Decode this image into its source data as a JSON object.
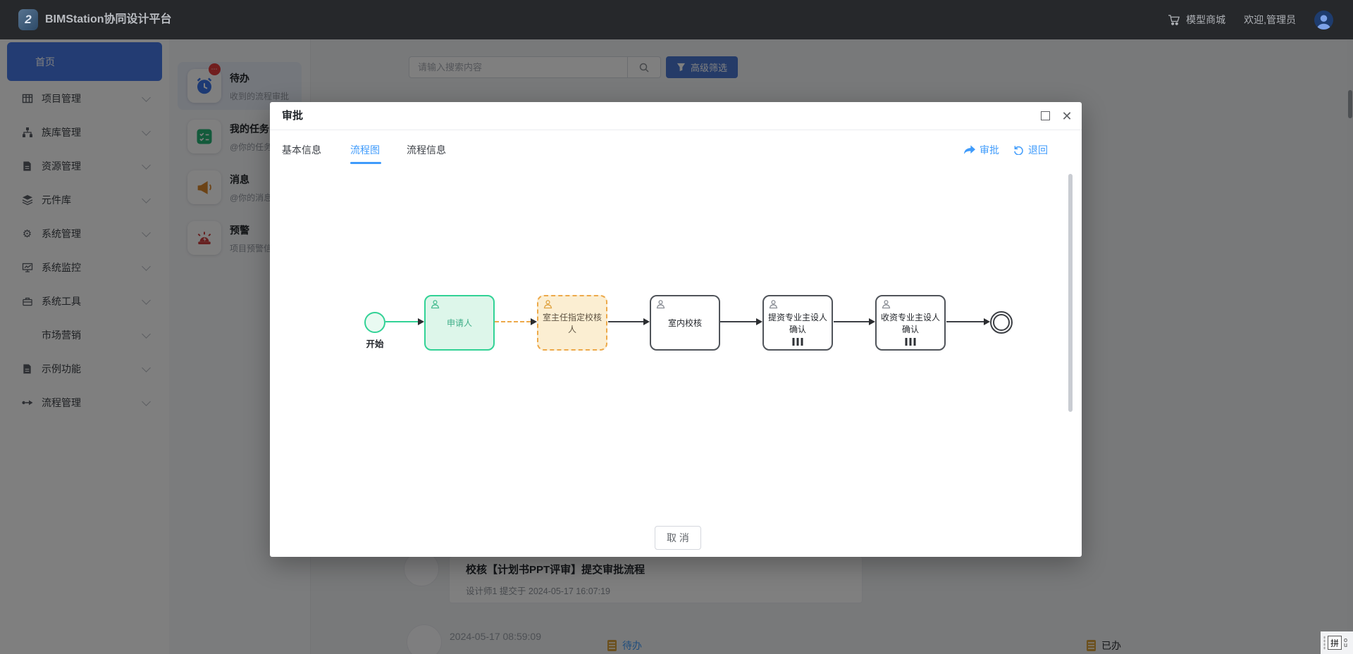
{
  "header": {
    "app_title": "BIMStation协同设计平台",
    "logo_glyph": "2",
    "model_market": "模型商城",
    "welcome": "欢迎,管理员"
  },
  "sidebar": {
    "home_label": "首页",
    "items": [
      {
        "label": "项目管理",
        "icon": "grid-icon"
      },
      {
        "label": "族库管理",
        "icon": "sitemap-icon"
      },
      {
        "label": "资源管理",
        "icon": "file-icon"
      },
      {
        "label": "元件库",
        "icon": "layers-icon"
      },
      {
        "label": "系统管理",
        "icon": "gear-icon"
      },
      {
        "label": "系统监控",
        "icon": "monitor-icon"
      },
      {
        "label": "系统工具",
        "icon": "toolbox-icon"
      },
      {
        "label": "市场营销",
        "icon": "none"
      },
      {
        "label": "示例功能",
        "icon": "file-icon"
      },
      {
        "label": "流程管理",
        "icon": "flow-icon"
      }
    ]
  },
  "notices": {
    "items": [
      {
        "title": "待办",
        "subtitle": "收到的流程审批",
        "badge": "⋯",
        "icon": "clock-icon"
      },
      {
        "title": "我的任务",
        "subtitle": "@你的任务",
        "icon": "checklist-icon"
      },
      {
        "title": "消息",
        "subtitle": "@你的消息",
        "icon": "megaphone-icon"
      },
      {
        "title": "预警",
        "subtitle": "项目预警信息",
        "icon": "alarm-icon"
      }
    ]
  },
  "content": {
    "search_placeholder": "请输入搜索内容",
    "filter_button": "高级筛选",
    "item_title": "校核【计划书PPT评审】提交审批流程",
    "item_meta": "设计师1 提交于 2024-05-17 16:07:19",
    "next_item_date": "2024-05-17 08:59:09",
    "bottom_tabs": [
      {
        "label": "待办"
      },
      {
        "label": "已办"
      }
    ]
  },
  "modal": {
    "title": "审批",
    "tabs": [
      {
        "label": "基本信息"
      },
      {
        "label": "流程图"
      },
      {
        "label": "流程信息"
      }
    ],
    "active_tab": "流程图",
    "actions": [
      {
        "label": "审批"
      },
      {
        "label": "退回"
      }
    ],
    "cancel_label": "取 消",
    "flow": {
      "start_label": "开始",
      "nodes": [
        {
          "label": "申请人",
          "status": "completed"
        },
        {
          "label": "室主任指定校核人",
          "status": "current"
        },
        {
          "label": "室内校核",
          "status": "pending"
        },
        {
          "label": "提资专业主设人确认",
          "status": "pending",
          "multi_instance": true
        },
        {
          "label": "收资专业主设人确认",
          "status": "pending",
          "multi_instance": true
        }
      ]
    }
  },
  "ime": {
    "indicator": "拼"
  },
  "icons": {
    "close_glyph": "✕",
    "gear_glyph": "⚙"
  },
  "colors": {
    "accent_blue": "#3f9bfb",
    "nav_blue": "#4678e6",
    "flow_completed_green": "#32d296",
    "flow_current_orange": "#eda94a",
    "badge_red": "#e23c3c",
    "header_dark": "#26282b"
  }
}
